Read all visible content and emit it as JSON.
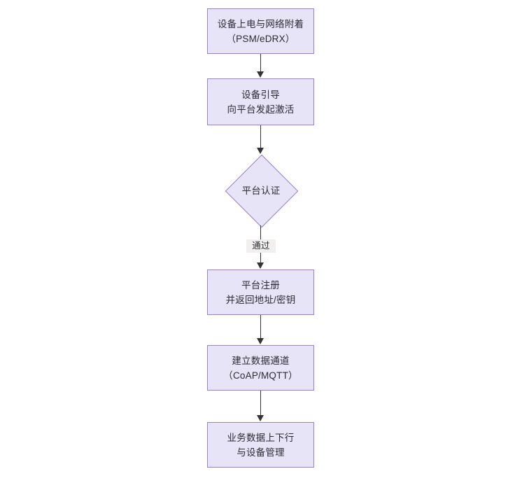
{
  "diagram": {
    "type": "flowchart",
    "orientation": "top-to-bottom",
    "theme": {
      "canvas_background": "#ffffff",
      "node_fill": "#e8e4f8",
      "node_border": "#9b7fd4",
      "edge_color": "#333333",
      "text_color": "#2b2b33",
      "edge_label_background": "#f1f0ef"
    },
    "nodes": [
      {
        "id": "n1",
        "shape": "rectangle",
        "lines": [
          "设备上电与网络附着",
          "（PSM/eDRX）"
        ]
      },
      {
        "id": "n2",
        "shape": "rectangle",
        "lines": [
          "设备引导",
          "向平台发起激活"
        ]
      },
      {
        "id": "n3",
        "shape": "diamond",
        "lines": [
          "平台认证"
        ]
      },
      {
        "id": "n4",
        "shape": "rectangle",
        "lines": [
          "平台注册",
          "并返回地址/密钥"
        ]
      },
      {
        "id": "n5",
        "shape": "rectangle",
        "lines": [
          "建立数据通道",
          "（CoAP/MQTT）"
        ]
      },
      {
        "id": "n6",
        "shape": "rectangle",
        "lines": [
          "业务数据上下行",
          "与设备管理"
        ]
      }
    ],
    "edges": [
      {
        "from": "n1",
        "to": "n2",
        "label": ""
      },
      {
        "from": "n2",
        "to": "n3",
        "label": ""
      },
      {
        "from": "n3",
        "to": "n4",
        "label": "通过"
      },
      {
        "from": "n4",
        "to": "n5",
        "label": ""
      },
      {
        "from": "n5",
        "to": "n6",
        "label": ""
      }
    ]
  }
}
